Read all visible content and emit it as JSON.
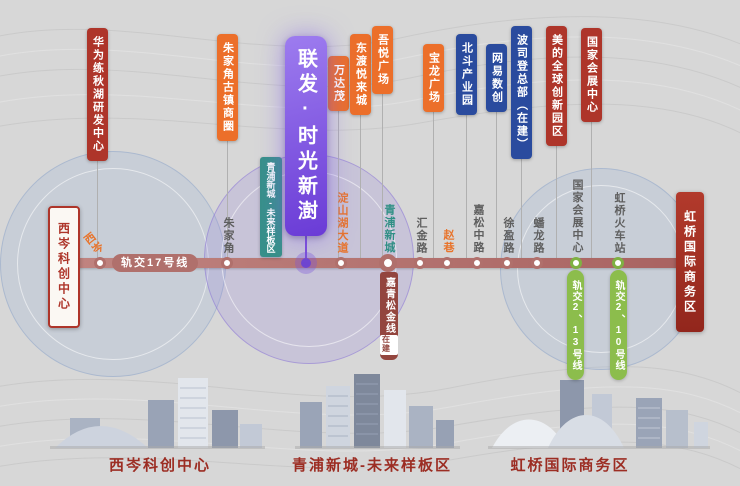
{
  "colors": {
    "background": "#d7d7d7",
    "metro_line_17": "#b0706c",
    "orange_callout": "#ec6f2a",
    "maroon_callout": "#ae352a",
    "navy_callout": "#2a4b9e",
    "project_purple": "#7a4ed8",
    "teal_callout": "#37908a",
    "transfer_green": "#8cbd4c",
    "jiaqingsongjin_bar": "#93453e",
    "station_text": "#5f5f5f",
    "bottom_label": "#9c2d23"
  },
  "metro_line": {
    "label": "轨交17号线"
  },
  "project": {
    "label": "联发·时光新澍"
  },
  "zone_boxes": {
    "left": "西岑科创中心",
    "right": "虹桥国际商务区",
    "qingpu": "青浦新城-未来样板区"
  },
  "jiaqingsongjin": {
    "label": "嘉青松金线",
    "badge": "在建"
  },
  "transfer_lines": [
    {
      "label": "轨交2、13号线",
      "color": "#8cbd4c"
    },
    {
      "label": "轨交2、10号线",
      "color": "#8cbd4c"
    }
  ],
  "landmarks": [
    {
      "label": "华为练秋湖研发中心",
      "color": "#ae352a"
    },
    {
      "label": "朱家角古镇商圈",
      "color": "#ec6f2a"
    },
    {
      "label": "万达茂",
      "color": "#ec6f2a"
    },
    {
      "label": "东渡悦来城",
      "color": "#ec6f2a"
    },
    {
      "label": "吾悦广场",
      "color": "#ec6f2a"
    },
    {
      "label": "宝龙广场",
      "color": "#ec6f2a"
    },
    {
      "label": "北斗产业园",
      "color": "#2a4b9e"
    },
    {
      "label": "网易数创",
      "color": "#2a4b9e"
    },
    {
      "label": "波司登总部（在建）",
      "color": "#2a4b9e"
    },
    {
      "label": "美的全球创新园区",
      "color": "#ae352a"
    },
    {
      "label": "国家会展中心",
      "color": "#ae352a"
    }
  ],
  "stations": [
    {
      "name": "西岑"
    },
    {
      "name": "朱家角"
    },
    {
      "name": "淀山湖大道"
    },
    {
      "name": "青浦新城"
    },
    {
      "name": "汇金路"
    },
    {
      "name": "赵巷"
    },
    {
      "name": "嘉松中路"
    },
    {
      "name": "徐盈路"
    },
    {
      "name": "蟠龙路"
    },
    {
      "name": "国家会展中心"
    },
    {
      "name": "虹桥火车站"
    }
  ],
  "bottom_labels": [
    "西岑科创中心",
    "青浦新城-未来样板区",
    "虹桥国际商务区"
  ]
}
